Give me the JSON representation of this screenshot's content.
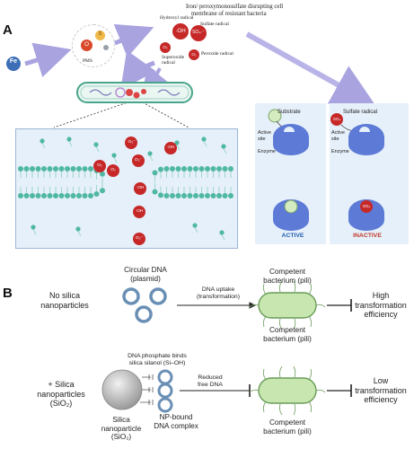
{
  "panel_a": {
    "letter": "A",
    "fe_label": "Fe",
    "pms_label": "PMS",
    "o_label": "O",
    "s_label": "S",
    "title_line1": "Iron/ peroxymonosulfate disrupting cell",
    "title_line2": "membrane of resistant bacteria",
    "hydroxyl_label": "Hydroxyl radical",
    "sulfate_label": "Sulfate radical",
    "superoxide_label_1": "Superoxide",
    "superoxide_label_2": "radical",
    "peroxide_label": "Peroxide radical",
    "oh_symbol": "·OH",
    "so4_symbol": "SO₄·⁻",
    "o2_symbol": "·O₂⁻",
    "o2_short": "O₂",
    "membrane_labels": [
      "·O₂⁻",
      "·OH",
      "O₂",
      "O₂⁻",
      "O₂",
      "·OH",
      "·OH",
      "O₂⁻"
    ],
    "active_box": {
      "substrate_label": "Substrate",
      "active_site_label_1": "Active",
      "active_site_label_2": "site",
      "enzyme_label": "Enzyme",
      "status": "ACTIVE",
      "status_color": "#1f5fb0"
    },
    "inactive_box": {
      "radical_label": "Sulfate radical",
      "active_site_label_1": "Active",
      "active_site_label_2": "site",
      "enzyme_label": "Enzyme",
      "status": "INACTIVE",
      "status_color": "#c0392b",
      "radical_symbol": "SO₄"
    }
  },
  "panel_b": {
    "letter": "B",
    "row1": {
      "condition_line1": "No silica",
      "condition_line2": "nanoparticles",
      "dna_label_line1": "Circular DNA",
      "dna_label_line2": "(plasmid)",
      "arrow_label_line1": "DNA uptake",
      "arrow_label_line2": "(transformation)",
      "top_bacterium_line1": "Competent",
      "top_bacterium_line2": "bacterium (pili)",
      "bottom_bacterium_line1": "Competent",
      "bottom_bacterium_line2": "bacterium (pili)",
      "outcome_line1": "High",
      "outcome_line2": "transformation",
      "outcome_line3": "efficiency"
    },
    "row2": {
      "condition_line1": "+ Silica",
      "condition_line2": "nanoparticles",
      "condition_line3": "(SiO₂)",
      "binding_line1": "DNA phosphate binds",
      "binding_line2": "silica silanol (Si–OH)",
      "nanoparticle_line1": "Silica",
      "nanoparticle_line2": "nanoparticle",
      "nanoparticle_line3": "(SiO₂)",
      "complex_line1": "NP-bound",
      "complex_line2": "DNA complex",
      "arrow_label_line1": "Reduced",
      "arrow_label_line2": "free DNA",
      "bacterium_line1": "Competent",
      "bacterium_line2": "bacterium (pili)",
      "outcome_line1": "Low",
      "outcome_line2": "transformation",
      "outcome_line3": "efficiency"
    }
  },
  "colors": {
    "radical_red": "#c62828",
    "membrane_teal": "#4fb8a3",
    "panel_bg": "#e6f0fa",
    "arrow_lavender": "#a9a3e0",
    "dna_blue": "#6a8fb5",
    "bacterium_green": "#c8e6b0"
  }
}
